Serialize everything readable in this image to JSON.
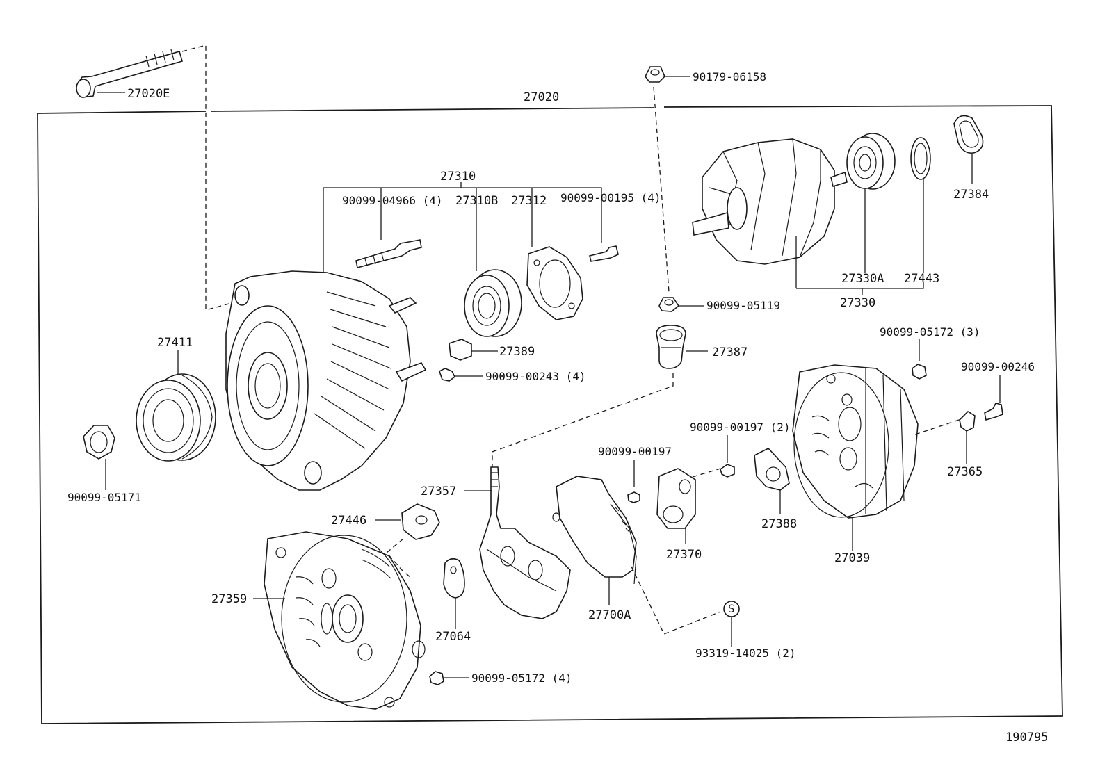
{
  "diagram_id": "190795",
  "assembly_label": "27020",
  "labels": {
    "bolt_through": "27020E",
    "nut_top": "90179-06158",
    "frame_drive_end": "27310",
    "stud_bolt": "90099-04966 (4)",
    "bearing_front": "27310B",
    "retainer_plate": "27312",
    "screw_retainer": "90099-00195 (4)",
    "rotor_bearing": "27330A",
    "bearing_cover": "27443",
    "rotor_assy": "27330",
    "insulator_ring": "27384",
    "nut_terminal": "90099-05119",
    "insulator_terminal": "27387",
    "pulley": "27411",
    "terminal_insulator_small": "27389",
    "screw_small": "90099-00243 (4)",
    "nut_pulley": "90099-05171",
    "nut_cover": "90099-05172 (3)",
    "screw_cover": "90099-00246",
    "screw_holder_2": "90099-00197 (2)",
    "screw_regulator": "90099-00197",
    "terminal_insulator_cover": "27365",
    "rectifier_lead": "27357",
    "brush_holder": "27370",
    "holder_cover": "27388",
    "rear_cover": "27039",
    "insulator_small_rear": "27446",
    "rectifier_end_frame": "27359",
    "regulator": "27700A",
    "gasket": "27064",
    "s_marker": "S",
    "screw_pcs": "93319-14025 (2)",
    "nut_rear": "90099-05172 (4)"
  }
}
